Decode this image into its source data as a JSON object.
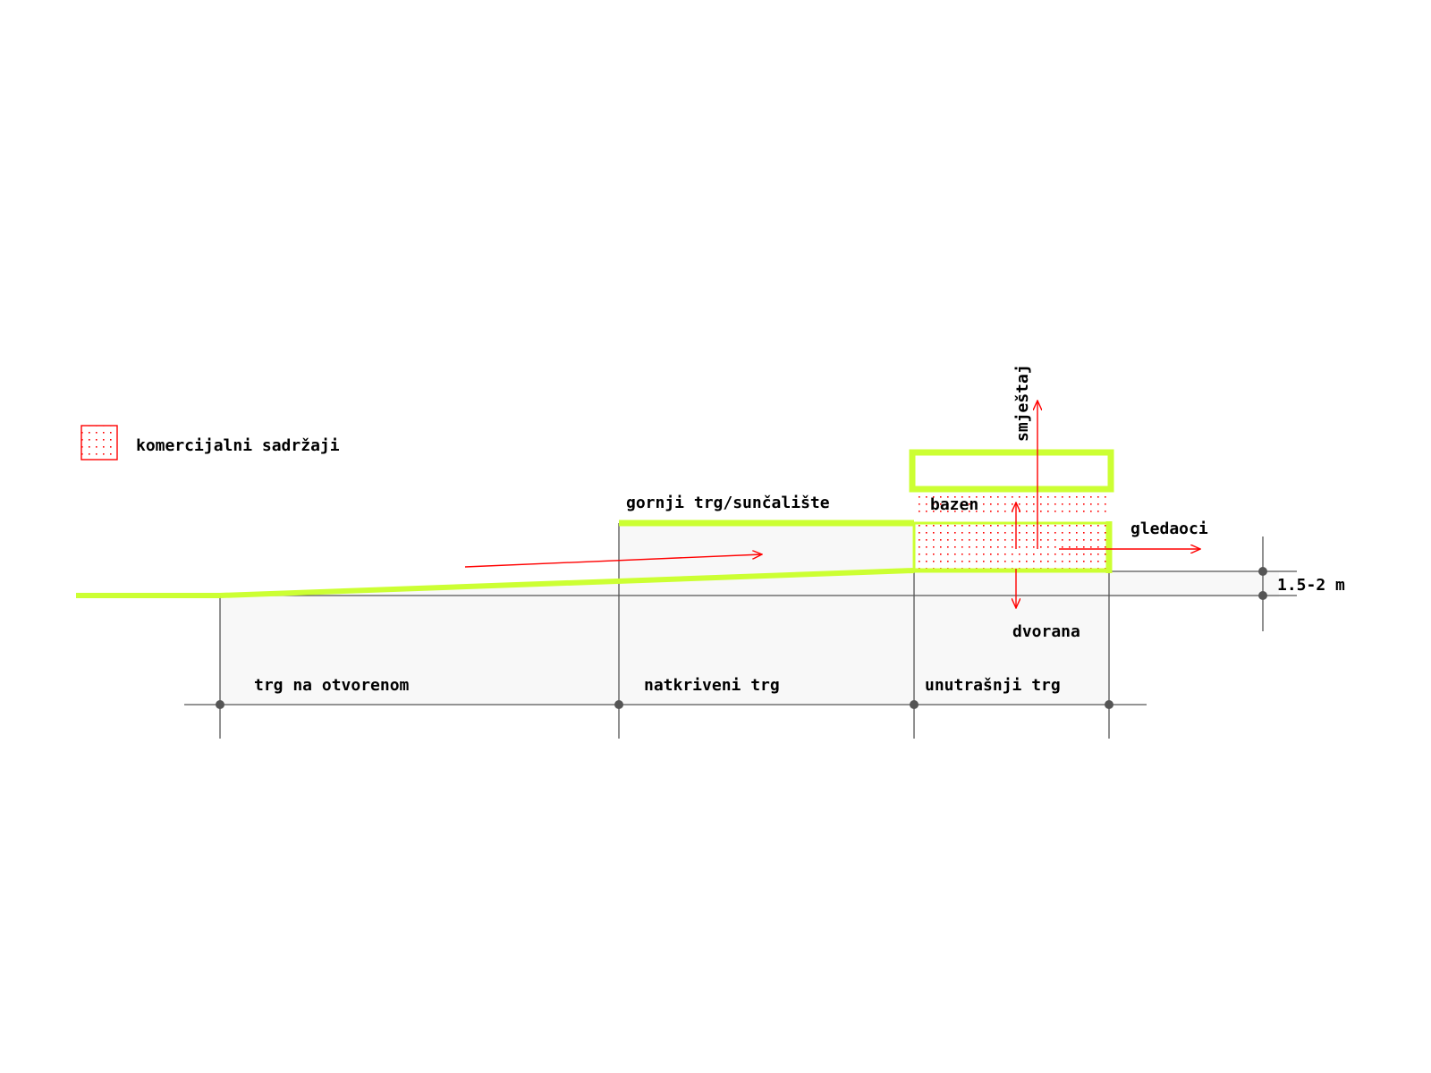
{
  "legend": {
    "label": "komercijalni sadržaji",
    "swatch_color": "#ff0000"
  },
  "labels": {
    "upper_square": "gornji trg/sunčalište",
    "pool": "bazen",
    "accommodation": "smještaj",
    "spectators": "gledaoci",
    "hall": "dvorana",
    "height_difference": "1.5-2 m"
  },
  "zones": [
    {
      "label": "trg na otvorenom"
    },
    {
      "label": "natkriveni trg"
    },
    {
      "label": "unutrašnji trg"
    }
  ],
  "colors": {
    "terrain_line": "#ccff33",
    "arrow": "#ff0000",
    "commercial_dots": "#ff0000",
    "grid_line": "#555555",
    "area_fill": "#f8f8f8"
  }
}
